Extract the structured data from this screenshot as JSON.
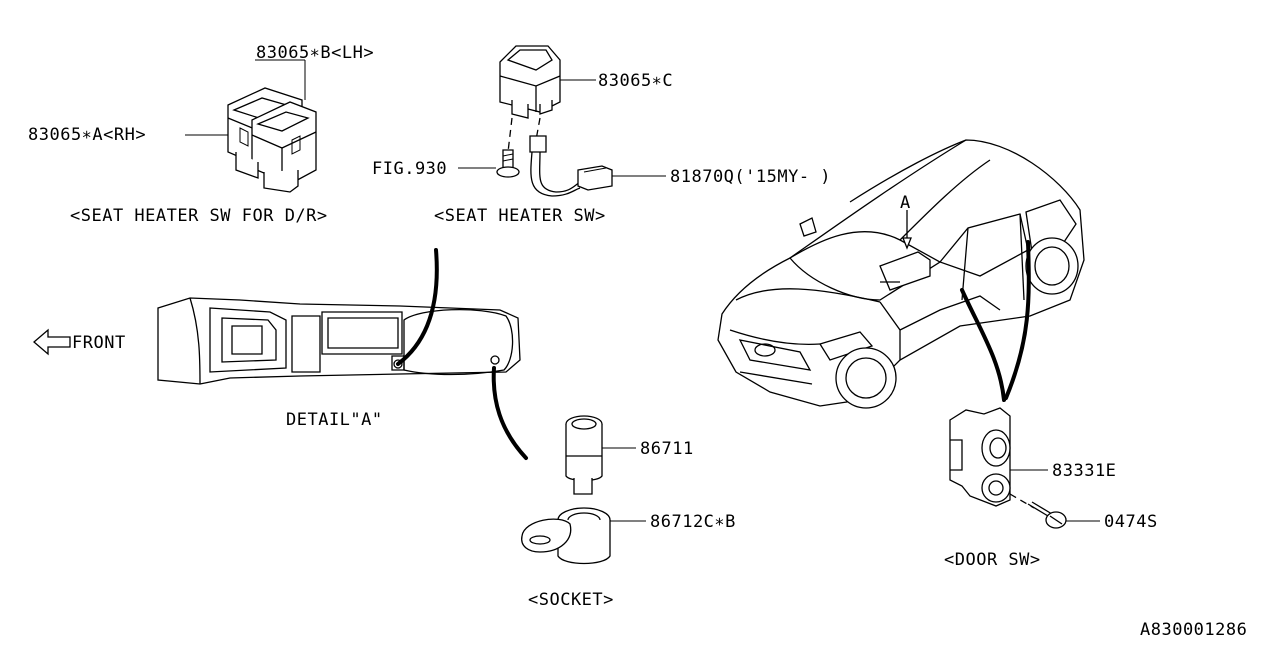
{
  "labels": {
    "p83065b": "83065∗B<LH>",
    "p83065a": "83065∗A<RH>",
    "p83065c": "83065∗C",
    "fig930": "FIG.930",
    "p81870q": "81870Q('15MY- )",
    "seat_heater_sw_dr": "<SEAT HEATER SW FOR D/R>",
    "seat_heater_sw": "<SEAT HEATER SW>",
    "front": "FRONT",
    "detail_a": "DETAIL\"A\"",
    "view_a": "A",
    "p86711": "86711",
    "p86712c": "86712C∗B",
    "socket": "<SOCKET>",
    "p83331e": "83331E",
    "p0474s": "0474S",
    "door_sw": "<DOOR SW>",
    "diagram_id": "A830001286"
  }
}
